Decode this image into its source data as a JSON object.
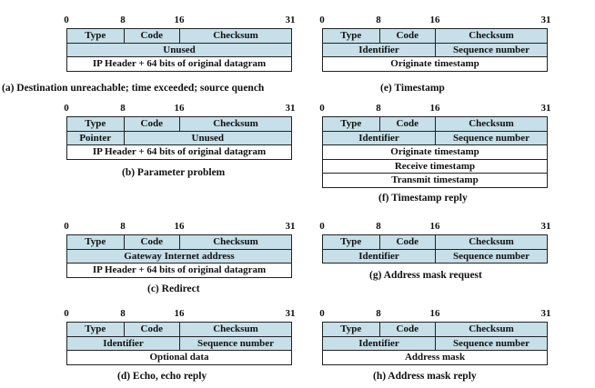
{
  "ruler_marks": [
    "0",
    "8",
    "16",
    "31"
  ],
  "formats": [
    {
      "caption": "(a) Destination unreachable; time exceeded; source quench",
      "rows": [
        [
          {
            "label": "Type",
            "bits": 8,
            "shade": "tinted"
          },
          {
            "label": "Code",
            "bits": 8,
            "shade": "tinted"
          },
          {
            "label": "Checksum",
            "bits": 16,
            "shade": "tinted"
          }
        ],
        [
          {
            "label": "Unused",
            "bits": 32,
            "shade": "tinted"
          }
        ],
        [
          {
            "label": "IP Header + 64 bits of original datagram",
            "bits": 32,
            "shade": "plain"
          }
        ]
      ]
    },
    {
      "caption": "(e) Timestamp",
      "rows": [
        [
          {
            "label": "Type",
            "bits": 8,
            "shade": "tinted"
          },
          {
            "label": "Code",
            "bits": 8,
            "shade": "tinted"
          },
          {
            "label": "Checksum",
            "bits": 16,
            "shade": "tinted"
          }
        ],
        [
          {
            "label": "Identifier",
            "bits": 16,
            "shade": "tinted"
          },
          {
            "label": "Sequence number",
            "bits": 16,
            "shade": "tinted"
          }
        ],
        [
          {
            "label": "Originate timestamp",
            "bits": 32,
            "shade": "plain"
          }
        ]
      ]
    },
    {
      "caption": "(b) Parameter problem",
      "rows": [
        [
          {
            "label": "Type",
            "bits": 8,
            "shade": "tinted"
          },
          {
            "label": "Code",
            "bits": 8,
            "shade": "tinted"
          },
          {
            "label": "Checksum",
            "bits": 16,
            "shade": "tinted"
          }
        ],
        [
          {
            "label": "Pointer",
            "bits": 8,
            "shade": "tinted"
          },
          {
            "label": "Unused",
            "bits": 24,
            "shade": "tinted"
          }
        ],
        [
          {
            "label": "IP Header + 64 bits of original datagram",
            "bits": 32,
            "shade": "plain"
          }
        ]
      ]
    },
    {
      "caption": "(f) Timestamp reply",
      "rows": [
        [
          {
            "label": "Type",
            "bits": 8,
            "shade": "tinted"
          },
          {
            "label": "Code",
            "bits": 8,
            "shade": "tinted"
          },
          {
            "label": "Checksum",
            "bits": 16,
            "shade": "tinted"
          }
        ],
        [
          {
            "label": "Identifier",
            "bits": 16,
            "shade": "tinted"
          },
          {
            "label": "Sequence number",
            "bits": 16,
            "shade": "tinted"
          }
        ],
        [
          {
            "label": "Originate timestamp",
            "bits": 32,
            "shade": "plain"
          }
        ],
        [
          {
            "label": "Receive timestamp",
            "bits": 32,
            "shade": "plain"
          }
        ],
        [
          {
            "label": "Transmit timestamp",
            "bits": 32,
            "shade": "plain"
          }
        ]
      ]
    },
    {
      "caption": "(c) Redirect",
      "rows": [
        [
          {
            "label": "Type",
            "bits": 8,
            "shade": "tinted"
          },
          {
            "label": "Code",
            "bits": 8,
            "shade": "tinted"
          },
          {
            "label": "Checksum",
            "bits": 16,
            "shade": "tinted"
          }
        ],
        [
          {
            "label": "Gateway Internet address",
            "bits": 32,
            "shade": "tinted"
          }
        ],
        [
          {
            "label": "IP Header + 64 bits of original datagram",
            "bits": 32,
            "shade": "plain"
          }
        ]
      ]
    },
    {
      "caption": "(g) Address mask request",
      "rows": [
        [
          {
            "label": "Type",
            "bits": 8,
            "shade": "tinted"
          },
          {
            "label": "Code",
            "bits": 8,
            "shade": "tinted"
          },
          {
            "label": "Checksum",
            "bits": 16,
            "shade": "tinted"
          }
        ],
        [
          {
            "label": "Identifier",
            "bits": 16,
            "shade": "tinted"
          },
          {
            "label": "Sequence number",
            "bits": 16,
            "shade": "tinted"
          }
        ]
      ]
    },
    {
      "caption": "(d) Echo, echo reply",
      "rows": [
        [
          {
            "label": "Type",
            "bits": 8,
            "shade": "tinted"
          },
          {
            "label": "Code",
            "bits": 8,
            "shade": "tinted"
          },
          {
            "label": "Checksum",
            "bits": 16,
            "shade": "tinted"
          }
        ],
        [
          {
            "label": "Identifier",
            "bits": 16,
            "shade": "tinted"
          },
          {
            "label": "Sequence number",
            "bits": 16,
            "shade": "tinted"
          }
        ],
        [
          {
            "label": "Optional data",
            "bits": 32,
            "shade": "plain"
          }
        ]
      ]
    },
    {
      "caption": "(h) Address mask reply",
      "rows": [
        [
          {
            "label": "Type",
            "bits": 8,
            "shade": "tinted"
          },
          {
            "label": "Code",
            "bits": 8,
            "shade": "tinted"
          },
          {
            "label": "Checksum",
            "bits": 16,
            "shade": "tinted"
          }
        ],
        [
          {
            "label": "Identifier",
            "bits": 16,
            "shade": "tinted"
          },
          {
            "label": "Sequence number",
            "bits": 16,
            "shade": "tinted"
          }
        ],
        [
          {
            "label": "Address mask",
            "bits": 32,
            "shade": "plain"
          }
        ]
      ]
    }
  ],
  "colors": {
    "field_tint": "#c6dfe8",
    "border": "#222222"
  }
}
